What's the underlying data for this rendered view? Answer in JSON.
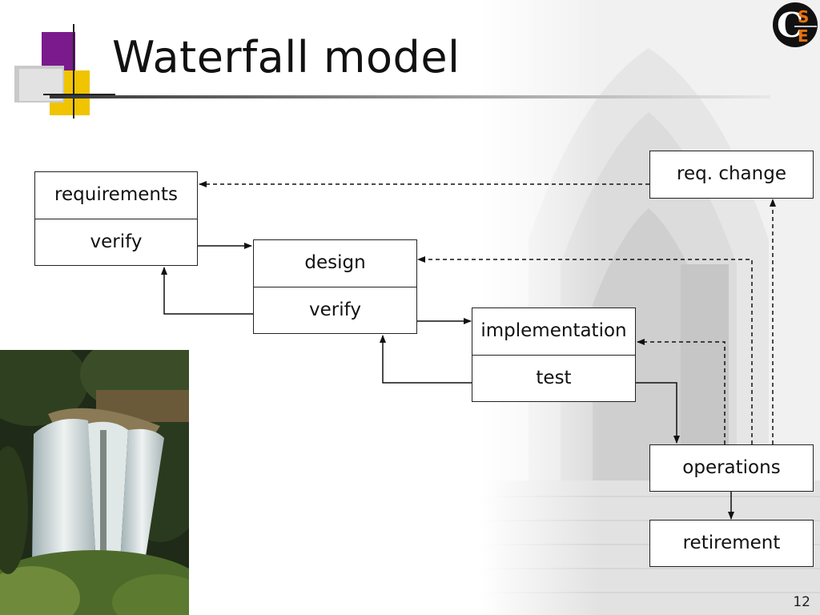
{
  "slide": {
    "title": "Waterfall model",
    "page_number": "12",
    "logo_letters": [
      "C",
      "S",
      "E"
    ]
  },
  "diagram": {
    "stages": [
      {
        "label": "requirements",
        "check": "verify"
      },
      {
        "label": "design",
        "check": "verify"
      },
      {
        "label": "implementation",
        "check": "test"
      }
    ],
    "req_change": "req. change",
    "operations": "operations",
    "retirement": "retirement"
  },
  "colors": {
    "purple": "#7a1a8c",
    "yellow": "#f0c400",
    "logo_orange": "#e8720c"
  },
  "icons": {
    "logo": "cse-logo",
    "photo": "waterfall-photo",
    "background": "gothic-building-watermark"
  }
}
